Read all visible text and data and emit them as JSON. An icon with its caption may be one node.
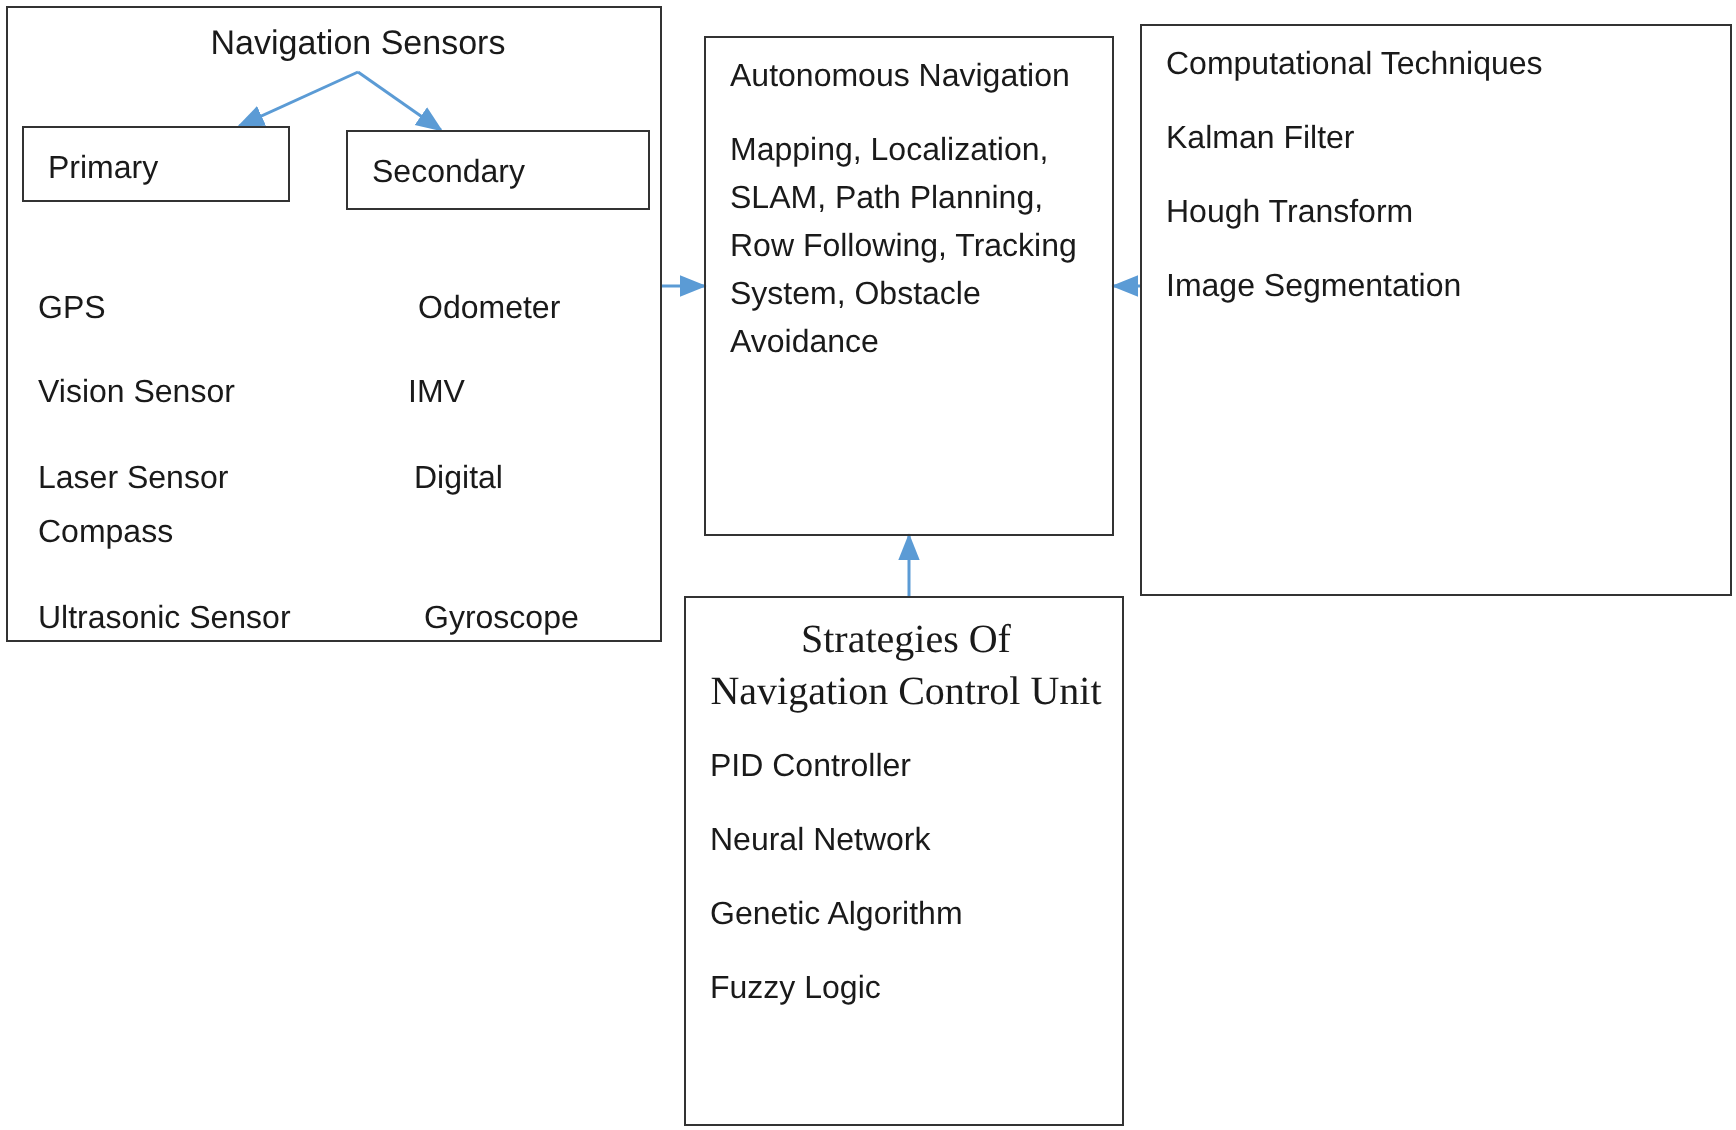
{
  "diagram": {
    "nodes": [
      {
        "text": [
          "GPS",
          "Odometer",
          "Vision Sensor",
          "IMV",
          "Laser Sensor Compass",
          "Digital",
          "Ultrasonic Sensor",
          "Gyroscope"
        ]
      },
      {
        "text": [
          "Navigation Sensors"
        ],
        "in": 0
      },
      {
        "text": [
          "Primary"
        ],
        "in": 0
      },
      {
        "text": [
          "Secondary"
        ],
        "in": 0
      },
      {
        "text": [
          "Autonomous Navigation",
          "Mapping, Localization, SLAM, Path Planning, Row Following, Tracking System, Obstacle Avoidance"
        ]
      },
      {
        "text": [
          "Computational Techniques",
          "Kalman Filter",
          "Hough Transform",
          "Image Segmentation"
        ]
      },
      {
        "text": [
          "Strategies Of Navigation Control Unit",
          "PID Controller",
          "Neural Network",
          "Genetic Algorithm",
          "Fuzzy Logic"
        ]
      }
    ],
    "edges": [
      {
        "from": 1,
        "to": 2,
        "arrow": "to"
      },
      {
        "from": 1,
        "to": 3,
        "arrow": "to"
      },
      {
        "from": 0,
        "to": 4,
        "arrow": "to"
      },
      {
        "from": 5,
        "to": 4,
        "arrow": "to"
      },
      {
        "from": 6,
        "to": 4,
        "arrow": "to"
      }
    ]
  }
}
